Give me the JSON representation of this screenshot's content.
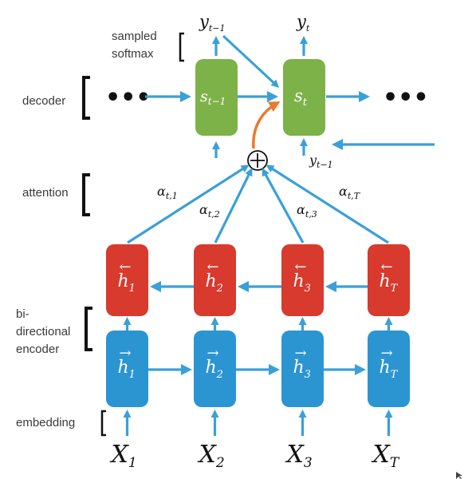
{
  "labels": {
    "sampled_softmax": [
      "sampled",
      "softmax"
    ],
    "decoder": "decoder",
    "attention": "attention",
    "bidirectional_encoder": [
      "bi-",
      "directional",
      "encoder"
    ],
    "embedding": "embedding"
  },
  "decoder": {
    "ellipsis": "•••",
    "states": [
      {
        "base": "s",
        "sub": "t−1"
      },
      {
        "base": "s",
        "sub": "t"
      }
    ],
    "outputs": [
      {
        "base": "y",
        "sub": "t−1"
      },
      {
        "base": "y",
        "sub": "t"
      }
    ],
    "feedback_input": {
      "base": "y",
      "sub": "t−1"
    },
    "combine_symbol": "+"
  },
  "attention_weights": [
    {
      "base": "α",
      "sub": "t,1"
    },
    {
      "base": "α",
      "sub": "t,2"
    },
    {
      "base": "α",
      "sub": "t,3"
    },
    {
      "base": "α",
      "sub": "t,T"
    }
  ],
  "backward_states": [
    {
      "arrow": "←",
      "base": "h",
      "sub": "1"
    },
    {
      "arrow": "←",
      "base": "h",
      "sub": "2"
    },
    {
      "arrow": "←",
      "base": "h",
      "sub": "3"
    },
    {
      "arrow": "←",
      "base": "h",
      "sub": "T"
    }
  ],
  "forward_states": [
    {
      "arrow": "→",
      "base": "h",
      "sub": "1"
    },
    {
      "arrow": "→",
      "base": "h",
      "sub": "2"
    },
    {
      "arrow": "→",
      "base": "h",
      "sub": "3"
    },
    {
      "arrow": "→",
      "base": "h",
      "sub": "T"
    }
  ],
  "inputs": [
    {
      "base": "X",
      "sub": "1"
    },
    {
      "base": "X",
      "sub": "2"
    },
    {
      "base": "X",
      "sub": "3"
    },
    {
      "base": "X",
      "sub": "T"
    }
  ],
  "colors": {
    "decoder_box": "#7db249",
    "backward_box": "#d83a2e",
    "forward_box": "#2b95d2",
    "arrow": "#3aa0d8",
    "attention_arrow": "#ea7a2c"
  }
}
